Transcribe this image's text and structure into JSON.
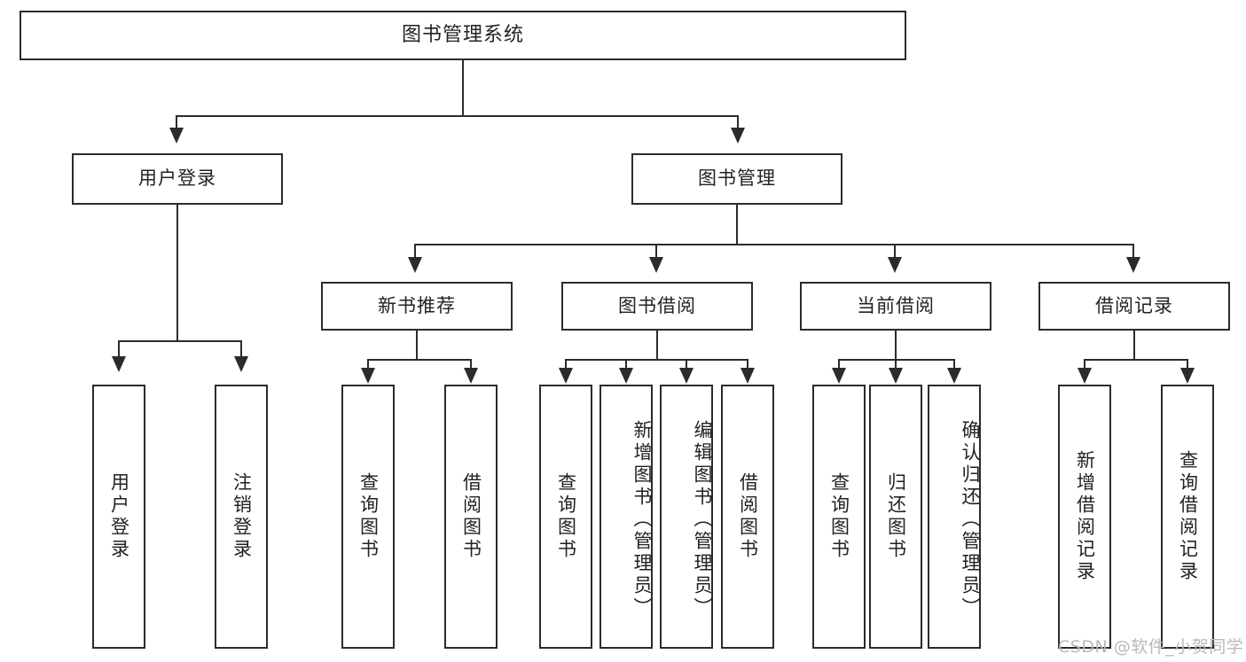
{
  "diagram": {
    "title": "图书管理系统",
    "root": {
      "label": "图书管理系统"
    },
    "level2": [
      {
        "label": "用户登录"
      },
      {
        "label": "图书管理"
      }
    ],
    "level3": [
      {
        "label": "新书推荐"
      },
      {
        "label": "图书借阅"
      },
      {
        "label": "当前借阅"
      },
      {
        "label": "借阅记录"
      }
    ],
    "leaves": {
      "user_login": [
        {
          "label": "用户登录"
        },
        {
          "label": "注销登录"
        }
      ],
      "new_book_recommend": [
        {
          "label": "查询图书"
        },
        {
          "label": "借阅图书"
        }
      ],
      "book_borrow": [
        {
          "label": "查询图书"
        },
        {
          "label": "新增图书（管理员）"
        },
        {
          "label": "编辑图书（管理员）"
        },
        {
          "label": "借阅图书"
        }
      ],
      "current_borrow": [
        {
          "label": "查询图书"
        },
        {
          "label": "归还图书"
        },
        {
          "label": "确认归还（管理员）"
        }
      ],
      "borrow_record": [
        {
          "label": "新增借阅记录"
        },
        {
          "label": "查询借阅记录"
        }
      ]
    }
  },
  "watermark": {
    "text": "CSDN @软件_小贺同学"
  },
  "colors": {
    "stroke": "#2b2b2b",
    "text": "#222222",
    "background": "#ffffff",
    "watermark": "#b9b9b9"
  }
}
